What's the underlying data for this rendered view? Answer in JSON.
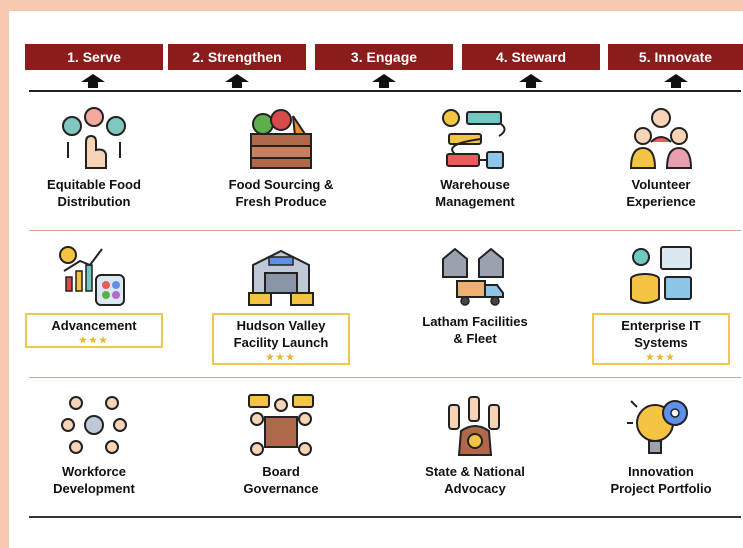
{
  "colors": {
    "pillar_bg": "#8a1c1c",
    "highlight_border": "#f0c84a",
    "star": "#e8b830",
    "page_bg": "#f8c9b1"
  },
  "pillars": [
    {
      "label": "1. Serve"
    },
    {
      "label": "2. Strengthen"
    },
    {
      "label": "3. Engage"
    },
    {
      "label": "4. Steward"
    },
    {
      "label": "5. Innovate"
    }
  ],
  "rows": [
    [
      {
        "icon": "people-hand-icon",
        "lines": [
          "Equitable Food",
          "Distribution"
        ]
      },
      {
        "icon": "produce-crate-icon",
        "lines": [
          "Food Sourcing &",
          "Fresh Produce"
        ]
      },
      {
        "icon": "workflow-icon",
        "lines": [
          "Warehouse",
          "Management"
        ]
      },
      {
        "icon": "volunteers-icon",
        "lines": [
          "Volunteer",
          "Experience"
        ]
      }
    ],
    [
      {
        "icon": "growth-social-icon",
        "lines": [
          "Advancement"
        ],
        "stars": "★★★"
      },
      {
        "icon": "warehouse-building-icon",
        "lines": [
          "Hudson Valley",
          "Facility Launch"
        ],
        "stars": "★★★"
      },
      {
        "icon": "facilities-truck-icon",
        "lines": [
          "Latham Facilities",
          "& Fleet"
        ]
      },
      {
        "icon": "database-server-icon",
        "lines": [
          "Enterprise IT",
          "Systems"
        ],
        "stars": "★★★"
      }
    ],
    [
      {
        "icon": "team-network-icon",
        "lines": [
          "Workforce",
          "Development"
        ]
      },
      {
        "icon": "board-meeting-icon",
        "lines": [
          "Board",
          "Governance"
        ]
      },
      {
        "icon": "advocacy-hands-icon",
        "lines": [
          "State & National",
          "Advocacy"
        ]
      },
      {
        "icon": "lightbulb-gear-icon",
        "lines": [
          "Innovation",
          "Project Portfolio"
        ]
      }
    ]
  ]
}
